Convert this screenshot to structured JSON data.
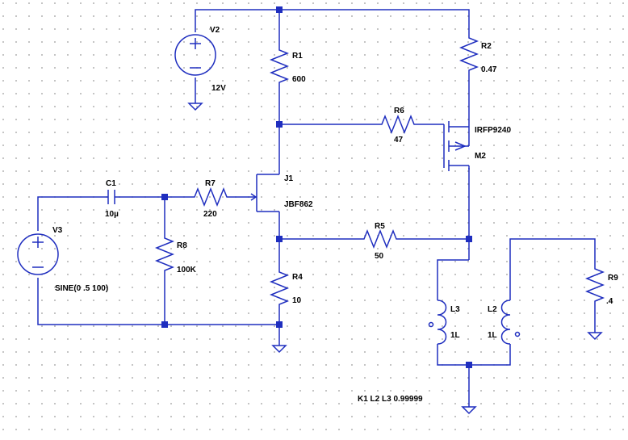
{
  "components": {
    "v2": {
      "name": "V2",
      "value": "12V"
    },
    "v3": {
      "name": "V3",
      "value": "SINE(0 .5 100)"
    },
    "r1": {
      "name": "R1",
      "value": "600"
    },
    "r2": {
      "name": "R2",
      "value": "0.47"
    },
    "r4": {
      "name": "R4",
      "value": "10"
    },
    "r5": {
      "name": "R5",
      "value": "50"
    },
    "r6": {
      "name": "R6",
      "value": "47"
    },
    "r7": {
      "name": "R7",
      "value": "220"
    },
    "r8": {
      "name": "R8",
      "value": "100K"
    },
    "r9": {
      "name": "R9",
      "value": ".4"
    },
    "c1": {
      "name": "C1",
      "value": "10µ"
    },
    "j1": {
      "name": "J1",
      "value": "JBF862"
    },
    "m2": {
      "name": "M2",
      "value": "IRFP9240"
    },
    "l2": {
      "name": "L2",
      "value": "1L"
    },
    "l3": {
      "name": "L3",
      "value": "1L"
    }
  },
  "directive": "K1 L2 L3 0.99999",
  "colors": {
    "wire": "#1f2ebf",
    "text": "#000000",
    "grid": "#9a9a9a",
    "background": "#ffffff"
  }
}
